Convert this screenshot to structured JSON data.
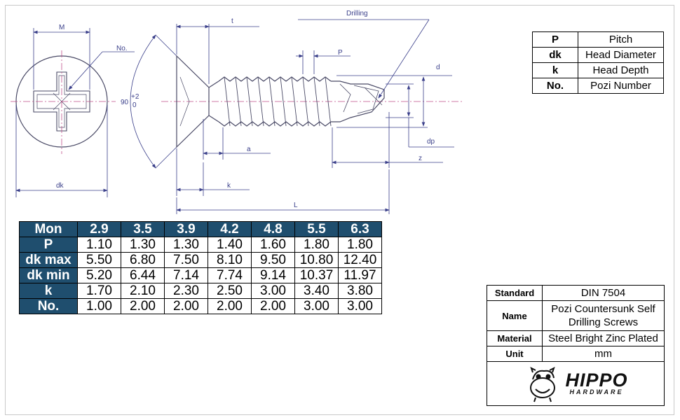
{
  "drawing": {
    "labels": {
      "m": "M",
      "no": "No.",
      "dk": "dk",
      "angle": "90",
      "angle_tol_upper": "+2",
      "angle_tol_lower": "0",
      "t": "t",
      "drilling": "Drilling",
      "p": "P",
      "d": "d",
      "a": "a",
      "dp": "dp",
      "z": "z",
      "k": "k",
      "l": "L"
    }
  },
  "spec": {
    "header_label": "Mon",
    "sizes": [
      "2.9",
      "3.5",
      "3.9",
      "4.2",
      "4.8",
      "5.5",
      "6.3"
    ],
    "rows": [
      {
        "label": "P",
        "values": [
          "1.10",
          "1.30",
          "1.30",
          "1.40",
          "1.60",
          "1.80",
          "1.80"
        ]
      },
      {
        "label": "dk max",
        "values": [
          "5.50",
          "6.80",
          "7.50",
          "8.10",
          "9.50",
          "10.80",
          "12.40"
        ]
      },
      {
        "label": "dk min",
        "values": [
          "5.20",
          "6.44",
          "7.14",
          "7.74",
          "9.14",
          "10.37",
          "11.97"
        ]
      },
      {
        "label": "k",
        "values": [
          "1.70",
          "2.10",
          "2.30",
          "2.50",
          "3.00",
          "3.40",
          "3.80"
        ]
      },
      {
        "label": "No.",
        "values": [
          "1.00",
          "2.00",
          "2.00",
          "2.00",
          "2.00",
          "3.00",
          "3.00"
        ]
      }
    ]
  },
  "legend": [
    {
      "key": "P",
      "value": "Pitch"
    },
    {
      "key": "dk",
      "value": "Head Diameter"
    },
    {
      "key": "k",
      "value": "Head Depth"
    },
    {
      "key": "No.",
      "value": "Pozi Number"
    }
  ],
  "info": {
    "standard_label": "Standard",
    "standard_value": "DIN 7504",
    "name_label": "Name",
    "name_value_line1": "Pozi Countersunk Self",
    "name_value_line2": "Drilling Screws",
    "material_label": "Material",
    "material_value": "Steel Bright Zinc Plated",
    "unit_label": "Unit",
    "unit_value": "mm",
    "brand_name": "HIPPO",
    "brand_sub": "HARDWARE"
  },
  "colors": {
    "header_bg": "#1f4e6e",
    "line": "#4a4a66",
    "dimension": "#3a3f8a",
    "center_line": "#c0508a"
  },
  "icons": [
    "hippo-mascot-icon"
  ]
}
